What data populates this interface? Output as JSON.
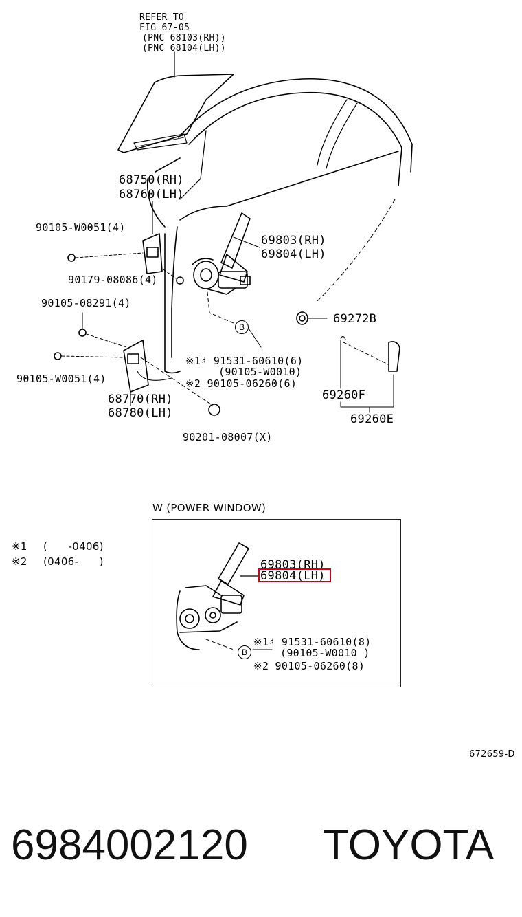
{
  "callouts": {
    "refer_1": "REFER TO",
    "refer_2": "FIG 67-05",
    "refer_3": "(PNC 68103(RH))",
    "refer_4": "(PNC 68104(LH))",
    "hinge_upper_rh": "68750(RH)",
    "hinge_upper_lh": "68760(LH)",
    "bolt_upper_hinge": "90105-W0051(4)",
    "nut_upper_hinge": "90179-08086(4)",
    "regulator_rh": "69803(RH)",
    "regulator_lh": "69804(LH)",
    "bolt_08291": "90105-08291(4)",
    "bolt_lower_hinge": "90105-W0051(4)",
    "hinge_lower_rh": "68770(RH)",
    "hinge_lower_lh": "68780(LH)",
    "plug": "90201-08007(X)",
    "grommet": "69272B",
    "handle_f": "69260F",
    "handle_e": "69260E",
    "bolt_note1": "※1♯ 91531-60610(6)",
    "bolt_note1_alt": "(90105-W0010)",
    "bolt_note2": "※2 90105-06260(6)",
    "circle_b": "B"
  },
  "inset": {
    "title": "W (POWER WINDOW)",
    "regulator_rh": "69803(RH)",
    "regulator_lh": "69804(LH)",
    "bolt_note1": "※1♯ 91531-60610(8)",
    "bolt_note1_alt": "(90105-W0010 )",
    "bolt_note2": "※2 90105-06260(8)",
    "circle_b": "B"
  },
  "legend": {
    "note1_mark": "※1",
    "note1_range": "(      -0406)",
    "note2_mark": "※2",
    "note2_range": "(0406-      )"
  },
  "figure_id": "672659-D",
  "footer": {
    "part_number": "6984002120",
    "brand": "TOYOTA"
  },
  "colors": {
    "highlight": "#d0021b",
    "ink": "#000000"
  }
}
